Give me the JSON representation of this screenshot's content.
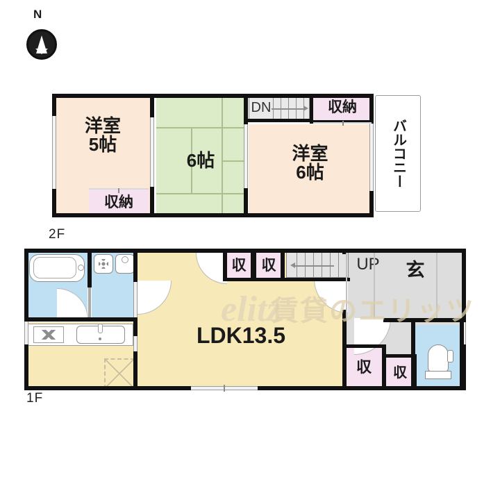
{
  "compass": {
    "north_label": "N",
    "icon": "compass-north-icon"
  },
  "floors": [
    {
      "id": "second-floor",
      "tag": "2F",
      "rooms": [
        {
          "name": "western-room-5",
          "label": "洋室\n5帖",
          "type": "bedroom",
          "size": "5帖",
          "color": "#fbe8d6"
        },
        {
          "name": "tatami-room-6",
          "label": "6帖",
          "type": "japanese-room",
          "size": "6帖",
          "color": "#dcebc8"
        },
        {
          "name": "western-room-6",
          "label": "洋室\n6帖",
          "type": "bedroom",
          "size": "6帖",
          "color": "#fbe8d6"
        },
        {
          "name": "closet-lower-left",
          "label": "収納",
          "type": "closet",
          "color": "#f5e1ef"
        },
        {
          "name": "closet-upper-right",
          "label": "収納",
          "type": "closet",
          "color": "#f5e1ef"
        },
        {
          "name": "balcony",
          "label": "バルコニー",
          "type": "balcony",
          "color": "#ffffff"
        },
        {
          "name": "stairs-down",
          "label": "DN",
          "type": "stairs",
          "color": "#eaeaea"
        }
      ]
    },
    {
      "id": "first-floor",
      "tag": "1F",
      "rooms": [
        {
          "name": "living-dining-kitchen",
          "label": "LDK13.5",
          "type": "ldk",
          "size": "13.5帖",
          "color": "#f8e9b8"
        },
        {
          "name": "bathroom",
          "label": "",
          "type": "bath",
          "color": "#bfe0f2"
        },
        {
          "name": "washroom",
          "label": "",
          "type": "washroom",
          "color": "#bfe0f2"
        },
        {
          "name": "kitchen-area",
          "label": "",
          "type": "kitchen",
          "color": "#f8e9b8"
        },
        {
          "name": "closet-ldk-a",
          "label": "収",
          "type": "closet",
          "color": "#f5e1ef"
        },
        {
          "name": "closet-ldk-b",
          "label": "収",
          "type": "closet",
          "color": "#f5e1ef"
        },
        {
          "name": "closet-hall-a",
          "label": "収",
          "type": "closet",
          "color": "#f5e1ef"
        },
        {
          "name": "closet-hall-b",
          "label": "収",
          "type": "closet",
          "color": "#f5e1ef"
        },
        {
          "name": "stairs-up",
          "label": "UP",
          "type": "stairs",
          "color": "#eaeaea"
        },
        {
          "name": "entrance",
          "label": "玄",
          "type": "entrance",
          "color": "#dddddd"
        },
        {
          "name": "toilet",
          "label": "",
          "type": "toilet",
          "color": "#bfe0f2"
        }
      ]
    }
  ],
  "watermark": {
    "logo": "elitz",
    "text": "賃貸のエリッツ"
  },
  "colors": {
    "wall": "#111111",
    "bedroom_fill": "#fbe8d6",
    "tatami_fill": "#dcebc8",
    "closet_fill": "#f5e1ef",
    "ldk_fill": "#f8e9b8",
    "water_fill": "#bfe0f2",
    "hall_fill": "#dddddd",
    "watermark": "#ded0ae"
  }
}
